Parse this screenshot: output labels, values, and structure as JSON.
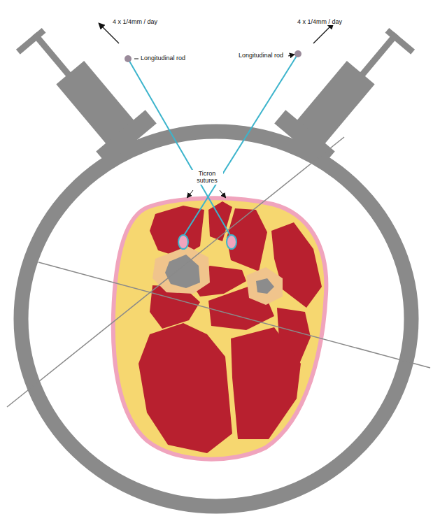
{
  "diagram": {
    "labels": [
      "4 x 1/4mm / day",
      "Longitudinal rod",
      "4 x 1/4mm / day",
      "Longitudinal rod",
      "Ticron sutures"
    ]
  }
}
